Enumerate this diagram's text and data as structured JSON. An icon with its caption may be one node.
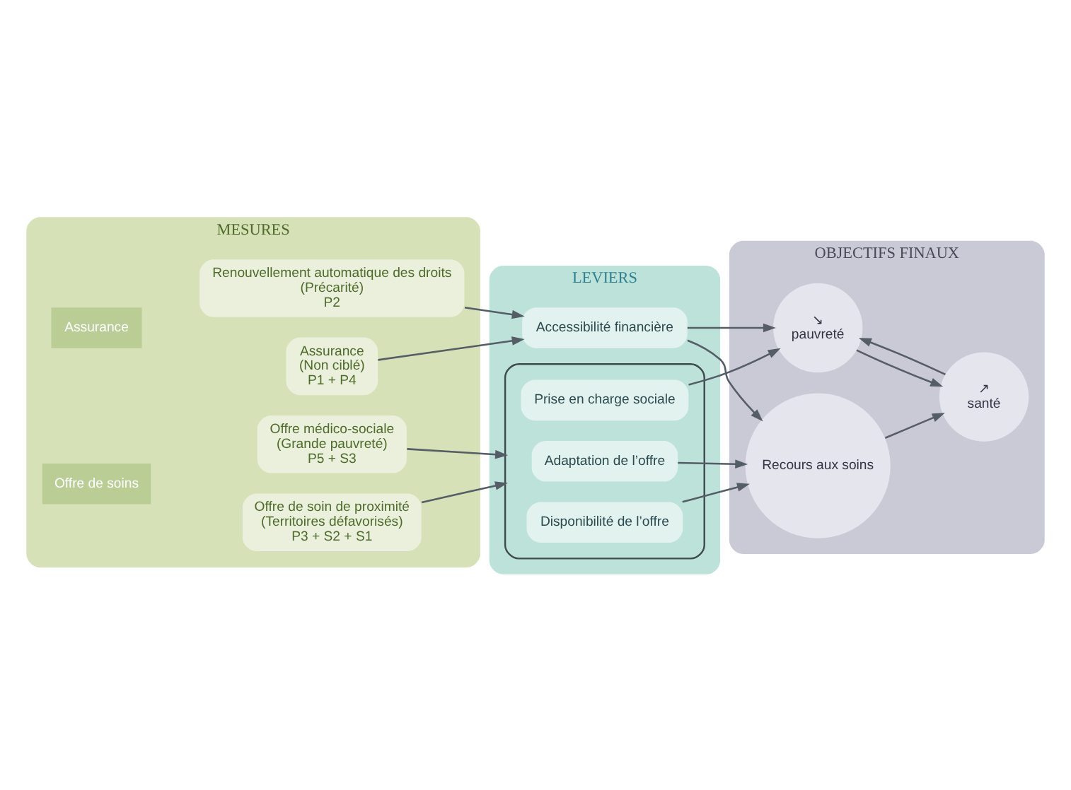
{
  "diagram": {
    "nodes": [
      {
        "text": [
          "MESURES"
        ]
      },
      {
        "text": [
          "Assurance"
        ],
        "in": 0
      },
      {
        "text": [
          "Assurance",
          "(Non ciblé)",
          "P1 + P4"
        ],
        "in": 0
      },
      {
        "text": [
          "Renouvellement automatique des droits",
          "(Précarité)",
          "P2"
        ],
        "in": 0
      },
      {
        "text": [
          "Offre de soins"
        ],
        "in": 0
      },
      {
        "text": [
          "Offre de soin de proximité",
          "(Territoires défavorisés)",
          "P3 + S2 + S1"
        ],
        "in": 0
      },
      {
        "text": [
          "Offre médico-sociale",
          "(Grande pauvreté)",
          "P5 + S3"
        ],
        "in": 0
      },
      {
        "text": [
          "LEVIERS"
        ]
      },
      {
        "text": [
          "Accessibilité financière"
        ],
        "in": 7
      },
      {
        "text": [],
        "shape": "box",
        "in": 7
      },
      {
        "text": [
          "Prise en charge sociale"
        ],
        "in": 9
      },
      {
        "text": [
          "Adaptation de l’offre"
        ],
        "in": 9
      },
      {
        "text": [
          "Disponibilité de l’offre"
        ],
        "in": 9
      },
      {
        "text": [
          "OBJECTIFS FINAUX"
        ]
      },
      {
        "text": [
          "↘",
          "pauvreté"
        ],
        "in": 13
      },
      {
        "text": [
          "Recours aux soins"
        ],
        "in": 13
      },
      {
        "text": [
          "↗",
          "santé"
        ],
        "in": 13
      }
    ],
    "edges": [
      {
        "from": 2,
        "to": 8,
        "arrow": "to"
      },
      {
        "from": 3,
        "to": 8,
        "arrow": "to"
      },
      {
        "from": 5,
        "to": 9,
        "arrow": "to"
      },
      {
        "from": 6,
        "to": 9,
        "arrow": "to"
      },
      {
        "from": 8,
        "to": 14,
        "arrow": "to"
      },
      {
        "from": 8,
        "to": 15,
        "arrow": "to"
      },
      {
        "from": 10,
        "to": 14,
        "arrow": "to"
      },
      {
        "from": 11,
        "to": 15,
        "arrow": "to"
      },
      {
        "from": 12,
        "to": 15,
        "arrow": "to"
      },
      {
        "from": 15,
        "to": 16,
        "arrow": "to"
      },
      {
        "from": 14,
        "to": 16,
        "arrow": "to"
      },
      {
        "from": 16,
        "to": 14,
        "arrow": "to"
      }
    ]
  }
}
